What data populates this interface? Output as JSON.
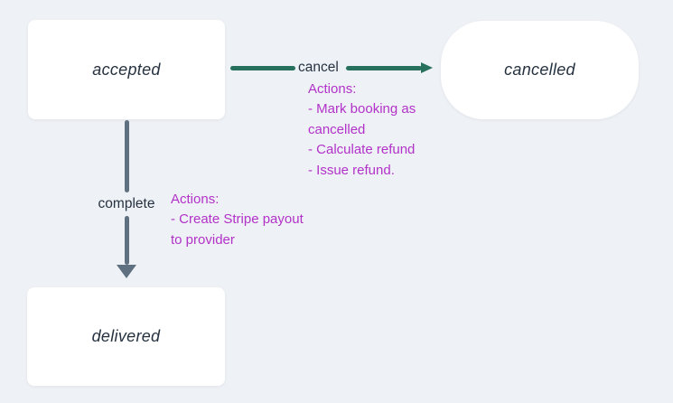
{
  "diagram": {
    "nodes": {
      "accepted": {
        "label": "accepted"
      },
      "cancelled": {
        "label": "cancelled"
      },
      "delivered": {
        "label": "delivered"
      }
    },
    "transitions": {
      "cancel": {
        "label": "cancel",
        "from": "accepted",
        "to": "cancelled",
        "actions_lines": [
          "Actions:",
          "- Mark booking as",
          "cancelled",
          "- Calculate refund",
          "- Issue refund."
        ]
      },
      "complete": {
        "label": "complete",
        "from": "accepted",
        "to": "delivered",
        "actions_lines": [
          "Actions:",
          "- Create Stripe payout",
          "to provider"
        ]
      }
    },
    "colors": {
      "background": "#eef1f5",
      "node_fill": "#ffffff",
      "node_text": "#263240",
      "cancel_arrow": "#26705c",
      "complete_arrow": "#5f7080",
      "actions_text": "#b232c9"
    }
  }
}
